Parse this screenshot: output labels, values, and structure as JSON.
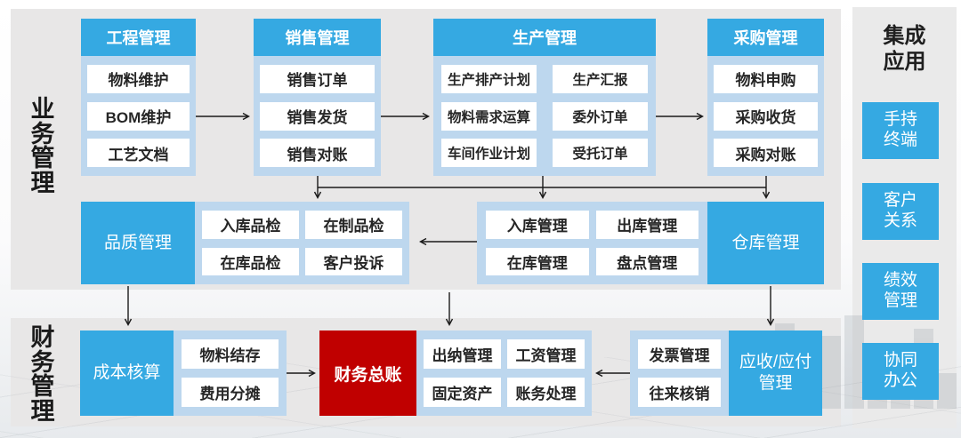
{
  "labels": {
    "business": "业\n务\n管\n理",
    "finance": "财\n务\n管\n理"
  },
  "top_columns": [
    {
      "title": "工程管理",
      "items": [
        "物料维护",
        "BOM维护",
        "工艺文档"
      ]
    },
    {
      "title": "销售管理",
      "items": [
        "销售订单",
        "销售发货",
        "销售对账"
      ]
    },
    {
      "title": "生产管理",
      "items": [
        "生产排产计划",
        "物料需求运算",
        "车间作业计划",
        "生产汇报",
        "委外订单",
        "受托订单"
      ]
    },
    {
      "title": "采购管理",
      "items": [
        "物料申购",
        "采购收货",
        "采购对账"
      ]
    }
  ],
  "middle": {
    "quality_box": "品质管理",
    "quality_items": [
      "入库品检",
      "在制品检",
      "在库品检",
      "客户投诉"
    ],
    "warehouse_items": [
      "入库管理",
      "出库管理",
      "在库管理",
      "盘点管理"
    ],
    "warehouse_box": "仓库管理"
  },
  "bottom": {
    "cost_box": "成本核算",
    "cost_items": [
      "物料结存",
      "费用分摊"
    ],
    "ledger_box": "财务总账",
    "accounting_items": [
      "出纳管理",
      "工资管理",
      "固定资产",
      "账务处理"
    ],
    "invoice_items": [
      "发票管理",
      "往来核销"
    ],
    "ap_box": "应收/应付\n管理"
  },
  "sidebar": {
    "title": "集成\n应用",
    "items": [
      "手持\n终端",
      "客户\n关系",
      "绩效\n管理",
      "协同\n办公"
    ]
  },
  "colors": {
    "accent_blue": "#35a9e2",
    "panel_blue": "#bdd7ee",
    "panel_gray": "#e8e7e7",
    "sidebar_gray": "#eaeaea",
    "accent_red": "#c00000",
    "arrow_ink": "#1a1a1a"
  }
}
